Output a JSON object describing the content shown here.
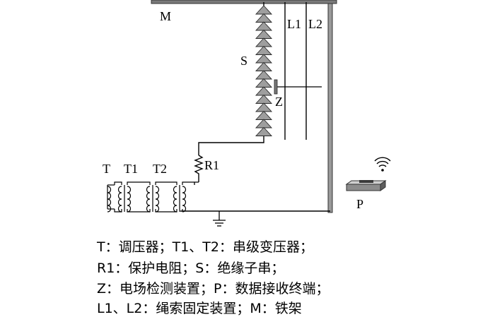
{
  "labels": {
    "frame": "M",
    "insulator": "S",
    "field_sensor": "Z",
    "rope_1": "L1",
    "rope_2": "L2",
    "resistor": "R1",
    "regulator": "T",
    "transformer_1": "T1",
    "transformer_2": "T2",
    "receiver": "P"
  },
  "legend": [
    "T：调压器；T1、T2：串级变压器；",
    "R1：保护电阻；S：绝缘子串；",
    "Z：电场检测装置；P：数据接收终端；",
    "L1、L2：绳索固定装置；M：铁架"
  ],
  "icons": {
    "ground": "ground-symbol-icon",
    "wireless": "wifi-signal-icon",
    "insulator_disc": "insulator-disc-icon",
    "coil": "transformer-coil-icon",
    "resistor": "resistor-zigzag-icon"
  }
}
